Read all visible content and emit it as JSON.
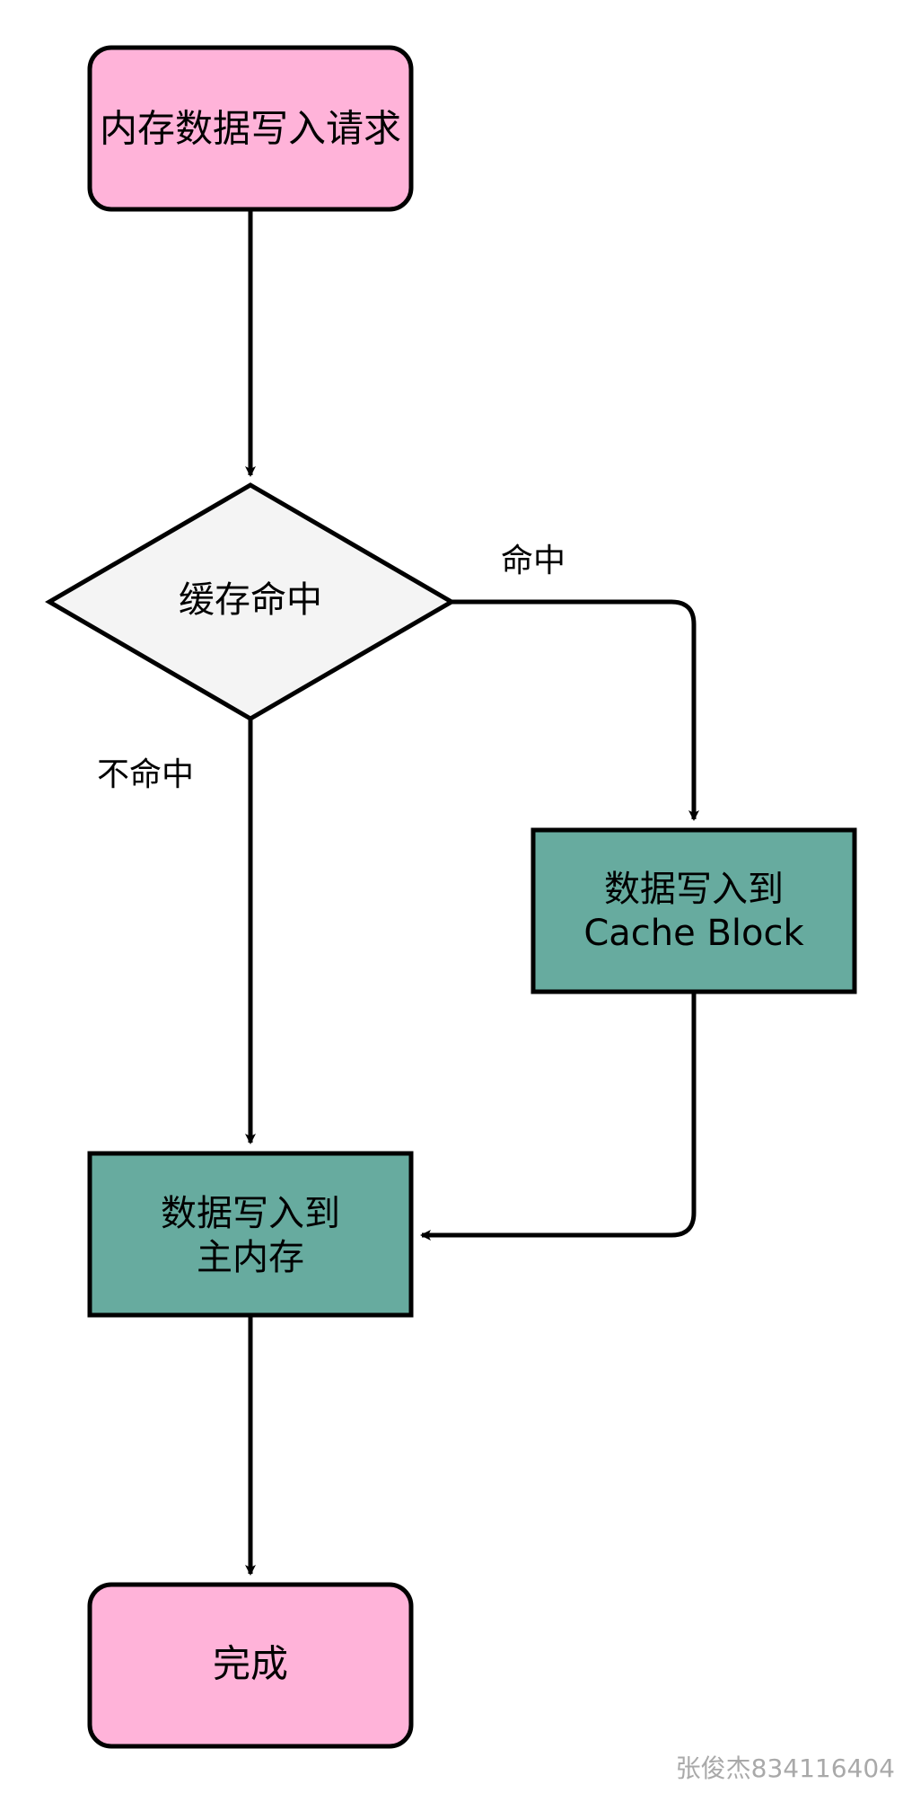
{
  "diagram": {
    "nodes": {
      "start": {
        "label": "内存数据写入请求",
        "fill": "#ffb3d9",
        "stroke": "#000000"
      },
      "decision": {
        "label": "缓存命中",
        "fill": "#f4f4f4",
        "stroke": "#000000"
      },
      "write_cache": {
        "label_line1": "数据写入到",
        "label_line2": "Cache Block",
        "fill": "#67ab9f",
        "stroke": "#000000"
      },
      "write_memory": {
        "label_line1": "数据写入到",
        "label_line2": "主内存",
        "fill": "#67ab9f",
        "stroke": "#000000"
      },
      "end": {
        "label": "完成",
        "fill": "#ffb3d9",
        "stroke": "#000000"
      }
    },
    "edge_labels": {
      "hit": "命中",
      "miss": "不命中"
    },
    "watermark": "张俊杰834116404"
  }
}
